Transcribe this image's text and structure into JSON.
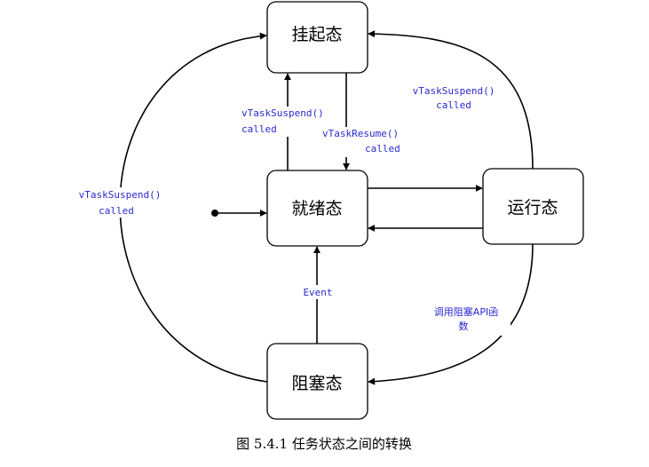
{
  "states": {
    "suspended": "挂起态",
    "ready": "就绪态",
    "running": "运行态",
    "blocked": "阻塞态"
  },
  "labels": {
    "left_suspend": [
      "vTaskSuspend()",
      "called"
    ],
    "ready_to_suspend": [
      "vTaskSuspend()",
      "called"
    ],
    "resume": [
      "vTaskResume()",
      "called"
    ],
    "running_to_suspend": [
      "vTaskSuspend()",
      "called"
    ],
    "event": "Event",
    "running_to_blocked": [
      "调用阻塞API函",
      "数"
    ]
  },
  "caption": "图 5.4.1  任务状态之间的转换"
}
